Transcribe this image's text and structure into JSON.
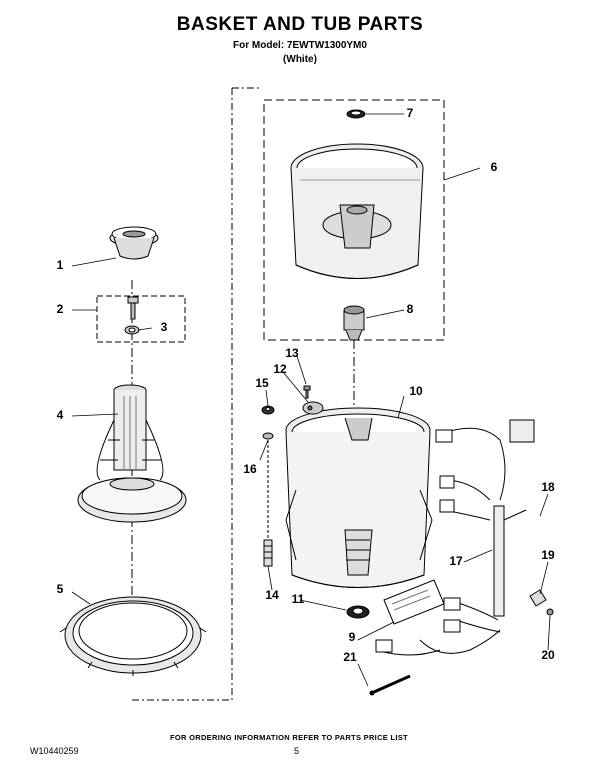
{
  "header": {
    "title": "BASKET AND TUB PARTS",
    "model_line": "For Model: 7EWTW1300YM0",
    "color_line": "(White)"
  },
  "callouts": [
    "1",
    "2",
    "3",
    "4",
    "5",
    "6",
    "7",
    "8",
    "9",
    "10",
    "11",
    "12",
    "13",
    "14",
    "15",
    "16",
    "17",
    "18",
    "19",
    "20",
    "21"
  ],
  "parts": [
    {
      "number": "1",
      "icon": "agitator-cap-icon"
    },
    {
      "number": "2",
      "icon": "bolt-kit-bracket-icon"
    },
    {
      "number": "3",
      "icon": "washer-icon"
    },
    {
      "number": "4",
      "icon": "agitator-icon"
    },
    {
      "number": "5",
      "icon": "tub-ring-icon"
    },
    {
      "number": "6",
      "icon": "wash-basket-icon"
    },
    {
      "number": "7",
      "icon": "seal-icon"
    },
    {
      "number": "8",
      "icon": "hub-nut-icon"
    },
    {
      "number": "9",
      "icon": "label-icon"
    },
    {
      "number": "10",
      "icon": "outer-tub-icon"
    },
    {
      "number": "11",
      "icon": "tub-seal-icon"
    },
    {
      "number": "12",
      "icon": "clip-icon"
    },
    {
      "number": "13",
      "icon": "screw-icon"
    },
    {
      "number": "14",
      "icon": "spring-icon"
    },
    {
      "number": "15",
      "icon": "grommet-icon"
    },
    {
      "number": "16",
      "icon": "pin-icon"
    },
    {
      "number": "17",
      "icon": "wire-harness-icon"
    },
    {
      "number": "18",
      "icon": "sensor-tube-icon"
    },
    {
      "number": "19",
      "icon": "bracket-icon"
    },
    {
      "number": "20",
      "icon": "screw-icon"
    },
    {
      "number": "21",
      "icon": "hose-tie-icon"
    }
  ],
  "footer": {
    "ordering_note": "FOR ORDERING INFORMATION REFER TO PARTS PRICE LIST",
    "document_number": "W10440259",
    "page_number": "5"
  }
}
